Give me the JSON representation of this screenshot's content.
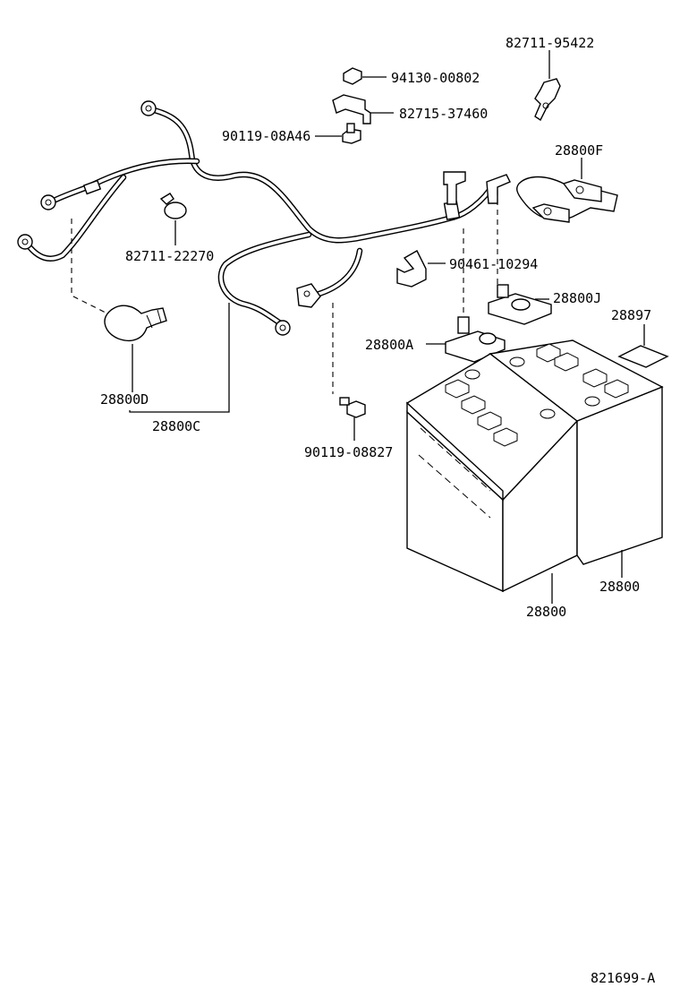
{
  "labels": {
    "p_82711_95422": "82711-95422",
    "p_94130_00802": "94130-00802",
    "p_82715_37460": "82715-37460",
    "p_90119_08A46": "90119-08A46",
    "p_28800F": "28800F",
    "p_82711_22270": "82711-22270",
    "p_90461_10294": "90461-10294",
    "p_28800J": "28800J",
    "p_28897": "28897",
    "p_28800A": "28800A",
    "p_28800D": "28800D",
    "p_28800C": "28800C",
    "p_90119_08827": "90119-08827",
    "p_28800_right": "28800",
    "p_28800_left": "28800",
    "diagram_id": "821699-A"
  }
}
